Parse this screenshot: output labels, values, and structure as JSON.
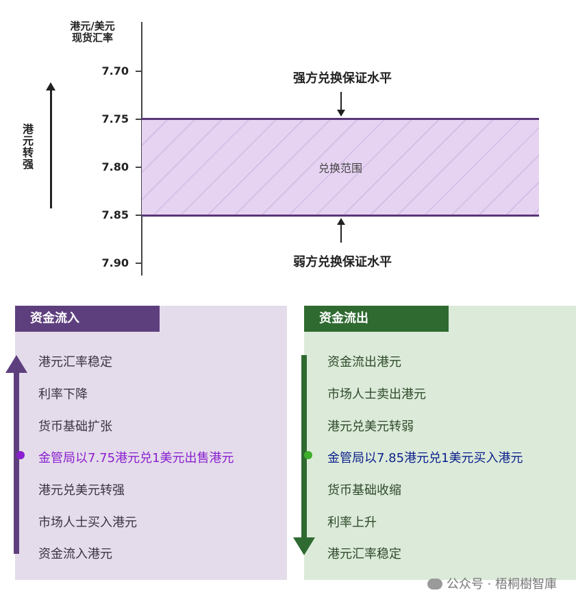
{
  "chart": {
    "y_axis_title_line1": "港元/美元",
    "y_axis_title_line2": "现货汇率",
    "ticks": [
      "7.70",
      "7.75",
      "7.80",
      "7.85",
      "7.90"
    ],
    "side_label": "港元转强",
    "band_label": "兑换范围",
    "strong_level": "强方兑换保证水平",
    "weak_level": "弱方兑换保证水平"
  },
  "inflow": {
    "title": "资金流入",
    "items": [
      "港元汇率稳定",
      "利率下降",
      "货币基础扩张",
      "金管局以7.75港元兑1美元出售港元",
      "港元兑美元转强",
      "市场人士买入港元",
      "资金流入港元"
    ],
    "highlight_index": 3,
    "colors": {
      "header": "#5e3f7e",
      "panel": "#e4dcea",
      "arrow": "#5e3f7e",
      "highlight": "#8a1fd0"
    }
  },
  "outflow": {
    "title": "资金流出",
    "items": [
      "资金流出港元",
      "市场人士卖出港元",
      "港元兑美元转弱",
      "金管局以7.85港元兑1美元买入港元",
      "货币基础收缩",
      "利率上升",
      "港元汇率稳定"
    ],
    "highlight_index": 3,
    "colors": {
      "header": "#2f6a31",
      "panel": "#dcebd9",
      "arrow": "#2f6a31",
      "highlight": "#0c1f8c"
    }
  },
  "watermark": "公众号 · 梧桐樹智庫"
}
